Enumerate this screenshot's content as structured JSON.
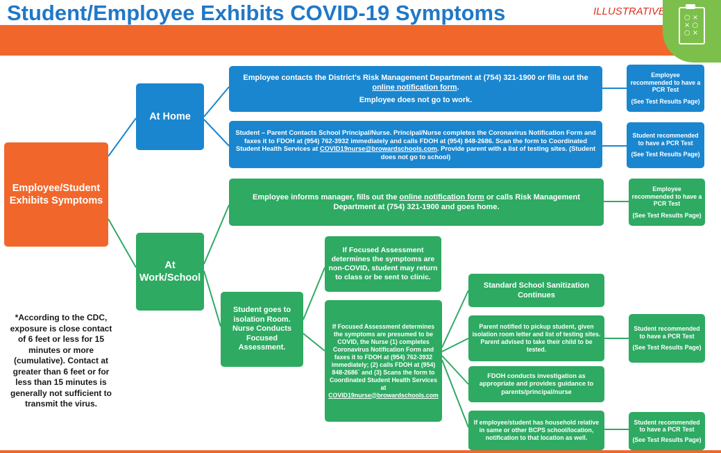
{
  "header": {
    "title": "Student/Employee Exhibits COVID-19 Symptoms",
    "illustrative": "ILLUSTRATIVE",
    "logo_icon": "clipboard-playbook-icon"
  },
  "root": {
    "label": "Employee/Student Exhibits Symptoms"
  },
  "at_home": {
    "label": "At Home",
    "employee": {
      "line1": "Employee contacts the District's Risk Management Department at  (754) 321-1900 or  fills out the",
      "link": "online notification form",
      "link_after": ".",
      "line2": "Employee does not go to work."
    },
    "student": {
      "text_before": "Student – Parent Contacts School Principal/Nurse. Principal/Nurse completes the Coronavirus Notification Form and faxes it to FDOH at (954) 762-3932 immediately and calls FDOH at (954) 848-2686. Scan the form to Coordinated Student Health Services at ",
      "email": "COVID19nurse@browardschools.com",
      "text_after": ". Provide parent with a list of testing sites. (Student does not go to school)"
    },
    "employee_result": {
      "line1": "Employee recommended to have a PCR Test",
      "line2": "(See Test Results Page)"
    },
    "student_result": {
      "line1": "Student recommended to have a PCR Test",
      "line2": "(See Test Results Page)"
    }
  },
  "at_school": {
    "label": "At Work/School",
    "employee": {
      "text_before": "Employee informs manager, fills out the ",
      "link": "online notification form",
      "text_after": " or calls Risk Management Department at (754) 321-1900 and goes home."
    },
    "employee_result": {
      "line1": "Employee recommended to have a PCR Test",
      "line2": "(See Test Results Page)"
    },
    "isolation": "Student goes to isolation Room. Nurse Conducts Focused Assessment.",
    "non_covid": "If Focused Assessment determines the symptoms are non-COVID, student may return to class or be sent to clinic.",
    "presumed": {
      "text": "If Focused Assessment determines the symptoms are presumed to be COVID, the  Nurse (1) completes Coronavirus Notification Form and faxes it to FDOH at (954) 762-3932 immediately; (2) calls FDOH at (954) 848-2686` and (3) Scans the form to Coordinated Student Health Services at",
      "email": "COVID19nurse@browardschools.com"
    },
    "sanitization": "Standard School Sanitization Continues",
    "pickup": "Parent notified to pickup student, given isolation room letter and list of testing sites. Parent advised to take their child to be tested.",
    "fdoh": "FDOH conducts investigation as appropriate and provides guidance to parents/principal/nurse",
    "household": "If employee/student has household relative in same or other BCPS school/location, notification to that location as well.",
    "pickup_result": {
      "line1": "Student recommended to have a PCR Test",
      "line2": "(See Test Results Page)"
    },
    "household_result": {
      "line1": "Student recommended to have a PCR Test",
      "line2": "(See Test Results Page)"
    }
  },
  "footnote": "*According to the CDC, exposure is close contact of 6 feet or less for 15 minutes or more (cumulative). Contact at greater than 6 feet or for less than 15 minutes is generally not sufficient to transmit the virus.",
  "colors": {
    "title_blue": "#1f78c8",
    "orange": "#f1672b",
    "blue": "#1a86cf",
    "green": "#2eaa62",
    "logo_green": "#7cc04b",
    "illustrative_red": "#e0301e"
  }
}
